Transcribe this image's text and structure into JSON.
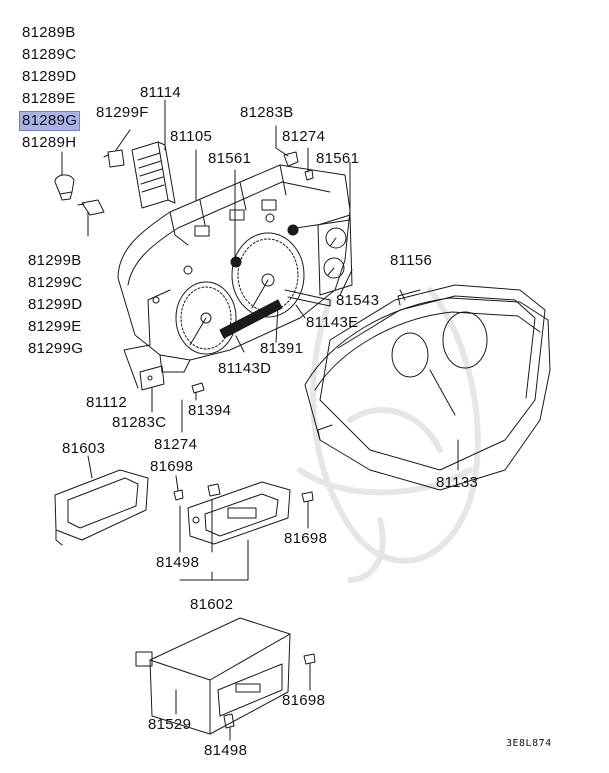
{
  "diagram_code": "3E8L874",
  "highlight_label": "81289G",
  "labels": {
    "p81289B": "81289B",
    "p81289C": "81289C",
    "p81289D": "81289D",
    "p81289E": "81289E",
    "p81289G": "81289G",
    "p81289H": "81289H",
    "p81114": "81114",
    "p81299F": "81299F",
    "p81105": "81105",
    "p81283B": "81283B",
    "p81274_top": "81274",
    "p81561_left": "81561",
    "p81561_right": "81561",
    "p81299B": "81299B",
    "p81299C": "81299C",
    "p81299D": "81299D",
    "p81299E": "81299E",
    "p81299G": "81299G",
    "p81156": "81156",
    "p81543": "81543",
    "p81143E": "81143E",
    "p81391": "81391",
    "p81143D": "81143D",
    "p81112": "81112",
    "p81283C": "81283C",
    "p81394": "81394",
    "p81274_mid": "81274",
    "p81603": "81603",
    "p81698_a": "81698",
    "p81133": "81133",
    "p81698_b": "81698",
    "p81498_a": "81498",
    "p81602": "81602",
    "p81698_c": "81698",
    "p81529": "81529",
    "p81498_b": "81498"
  },
  "colors": {
    "line": "#1a1a1a",
    "highlight": "#a9b4e6",
    "watermark": "#ececec"
  }
}
